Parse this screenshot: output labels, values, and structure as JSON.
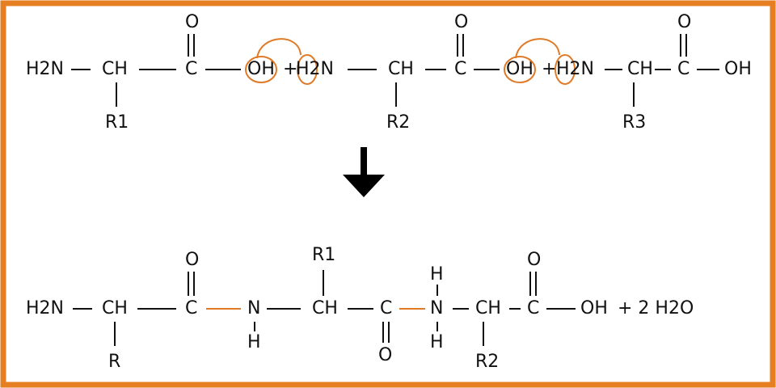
{
  "colors": {
    "frame": "#e67e22",
    "peptide_bond": "#e07a26",
    "text": "#111111",
    "arrow": "#000000"
  },
  "reactants": {
    "aa1": {
      "amine": "H2N",
      "ch": "CH",
      "c": "C",
      "o": "O",
      "oh": "OH",
      "r": "R1"
    },
    "plus1": "+",
    "aa2": {
      "amine": "H2N",
      "ch": "CH",
      "c": "C",
      "o": "O",
      "oh": "OH",
      "r": "R2"
    },
    "plus2": "+",
    "aa3": {
      "amine": "H2N",
      "ch": "CH",
      "c": "C",
      "o": "O",
      "oh": "OH",
      "r": "R3"
    }
  },
  "arrow": {
    "icon": "down-arrow-icon"
  },
  "product": {
    "amine": "H2N",
    "ch1": "CH",
    "c1": "C",
    "o1": "O",
    "r1": "R",
    "n1": "N",
    "h1": "H",
    "r2": "R1",
    "ch2": "CH",
    "c2": "C",
    "o2": "O",
    "h_top": "H",
    "n2": "N",
    "h_bottom": "H",
    "ch3": "CH",
    "c3": "C",
    "o3": "O",
    "oh": "OH",
    "r3": "R2",
    "byproduct": "+ 2 H2O"
  }
}
